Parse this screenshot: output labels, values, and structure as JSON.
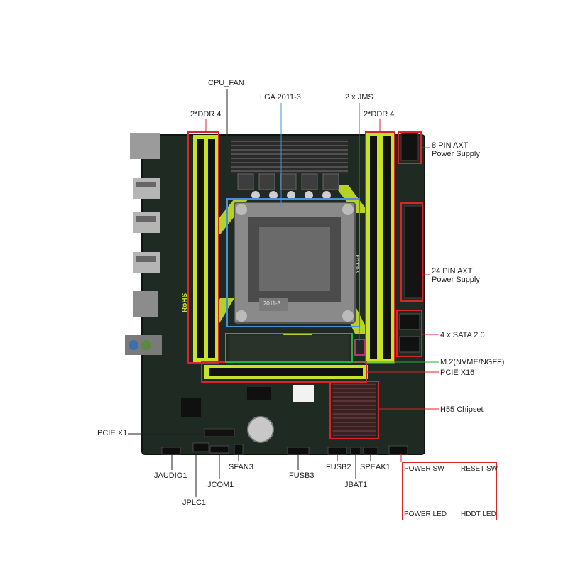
{
  "labels": {
    "cpu_fan": "CPU_FAN",
    "lga": "LGA 2011-3",
    "jms": "2 x JMS",
    "ddr_left": "2*DDR 4",
    "ddr_right": "2*DDR 4",
    "pin8_line1": "8 PIN AXT",
    "pin8_line2": "Power Supply",
    "pin24_line1": "24 PIN AXT",
    "pin24_line2": "Power Supply",
    "sata": "4 x SATA 2.0",
    "m2": "M.2(NVME/NGFF)",
    "pcie_x16": "PCIE X16",
    "chipset": "H55 Chipset",
    "pcie_x1": "PCIE X1",
    "jaudio": "JAUDIO1",
    "jcom": "JCOM1",
    "jplc": "JPLC1",
    "sfan": "SFAN3",
    "fusb3": "FUSB3",
    "fusb2": "FUSB2",
    "jbat": "JBAT1",
    "speak": "SPEAK1"
  },
  "board_text": {
    "rohs": "RoHS",
    "socket_model": "2011-3",
    "slot_model": "X99-P4"
  },
  "front_panel": {
    "power_sw": "POWER SW",
    "reset_sw": "RESET SW",
    "power_led": "POWER LED",
    "hddt_led": "HDDT LED"
  },
  "colors": {
    "pcb": "#1f2a22",
    "accent_green": "#c6e32a",
    "highlight_red": "#d9242a",
    "highlight_blue": "#4a8fd8",
    "highlight_green": "#22b33a",
    "highlight_magenta": "#c0307a"
  }
}
